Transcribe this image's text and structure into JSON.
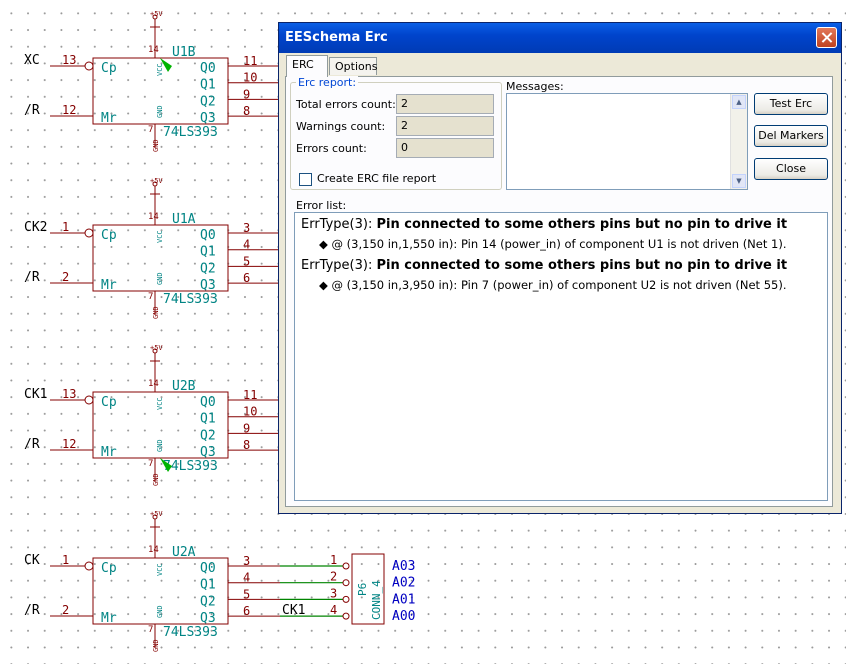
{
  "schematic": {
    "units": [
      {
        "ref": "U1B",
        "pin_vcc": "14",
        "pin_gnd": "7",
        "part": "74LS393",
        "in_pins": [
          "13",
          "12"
        ],
        "in_nets": [
          "XC",
          "/R"
        ],
        "in_names": [
          "Cp",
          "Mr"
        ],
        "out_pins": [
          "11",
          "10",
          "9",
          "8"
        ],
        "out_names": [
          "Q0",
          "Q1",
          "Q2",
          "Q3"
        ]
      },
      {
        "ref": "U1A",
        "pin_vcc": "14",
        "pin_gnd": "7",
        "part": "74LS393",
        "in_pins": [
          "1",
          "2"
        ],
        "in_nets": [
          "CK2",
          "/R"
        ],
        "in_names": [
          "Cp",
          "Mr"
        ],
        "out_pins": [
          "3",
          "4",
          "5",
          "6"
        ],
        "out_names": [
          "Q0",
          "Q1",
          "Q2",
          "Q3"
        ]
      },
      {
        "ref": "U2B",
        "pin_vcc": "14",
        "pin_gnd": "7",
        "part": "74LS393",
        "in_pins": [
          "13",
          "12"
        ],
        "in_nets": [
          "CK1",
          "/R"
        ],
        "in_names": [
          "Cp",
          "Mr"
        ],
        "out_pins": [
          "11",
          "10",
          "9",
          "8"
        ],
        "out_names": [
          "Q0",
          "Q1",
          "Q2",
          "Q3"
        ]
      },
      {
        "ref": "U2A",
        "pin_vcc": "14",
        "pin_gnd": "7",
        "part": "74LS393",
        "in_pins": [
          "1",
          "2"
        ],
        "in_nets": [
          "CK",
          "/R"
        ],
        "in_names": [
          "Cp",
          "Mr"
        ],
        "out_pins": [
          "3",
          "4",
          "5",
          "6"
        ],
        "out_names": [
          "Q0",
          "Q1",
          "Q2",
          "Q3"
        ]
      }
    ],
    "power_vcc": "+5V",
    "power_gnd": "GND",
    "vcc_name": "VCC",
    "gnd_name": "GND",
    "connector": {
      "ref": "P6",
      "value": "CONN_4",
      "pins": [
        "1",
        "2",
        "3",
        "4"
      ],
      "labels": [
        "A03",
        "A02",
        "A01",
        "A00"
      ]
    },
    "net_label_ck1": "CK1",
    "colors": {
      "component": "#840000",
      "pin_text": "#008484",
      "wire": "#008400",
      "label": "#000000",
      "hier_label": "#0000c2",
      "error_marker": "#00b400"
    }
  },
  "dialog": {
    "title": "EESchema Erc",
    "tabs": [
      "ERC",
      "Options"
    ],
    "erc_report": {
      "legend": "Erc report:",
      "rows": [
        {
          "label": "Total errors count:",
          "value": "2"
        },
        {
          "label": "Warnings count:",
          "value": "2"
        },
        {
          "label": "Errors count:",
          "value": "0"
        }
      ],
      "checkbox_label": "Create ERC file report"
    },
    "messages_label": "Messages:",
    "buttons": {
      "test": "Test Erc",
      "del": "Del Markers",
      "close": "Close"
    },
    "error_list_label": "Error list:",
    "errors": [
      {
        "type": "ErrType(3):",
        "title": "Pin connected to some others pins but no pin to drive it",
        "detail": "@ (3,150 in,1,550 in): Pin 14 (power_in) of component U1 is not driven (Net 1)."
      },
      {
        "type": "ErrType(3):",
        "title": "Pin connected to some others pins but no pin to drive it",
        "detail": "@ (3,150 in,3,950 in): Pin 7 (power_in) of component U2 is not driven (Net 55)."
      }
    ]
  }
}
